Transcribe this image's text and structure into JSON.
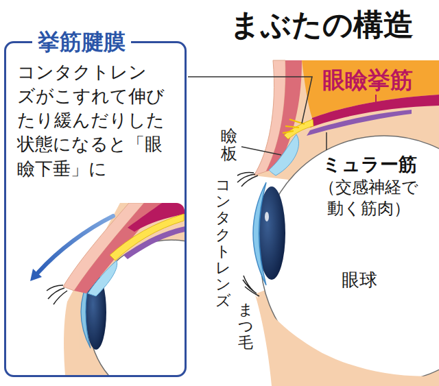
{
  "diagram": {
    "title": "まぶたの構造",
    "nodes": [
      {
        "text": [
          "挙筋腱膜",
          "コンタクトレンズがこすれて伸びたり緩んだりした状態になると「眼瞼下垂」に"
        ]
      }
    ],
    "labels": [
      "眼瞼挙筋",
      "瞼板",
      "ミュラー筋",
      "（交感神経で動く筋肉）",
      "コンタクトレンズ",
      "眼球",
      "まつ毛"
    ]
  }
}
